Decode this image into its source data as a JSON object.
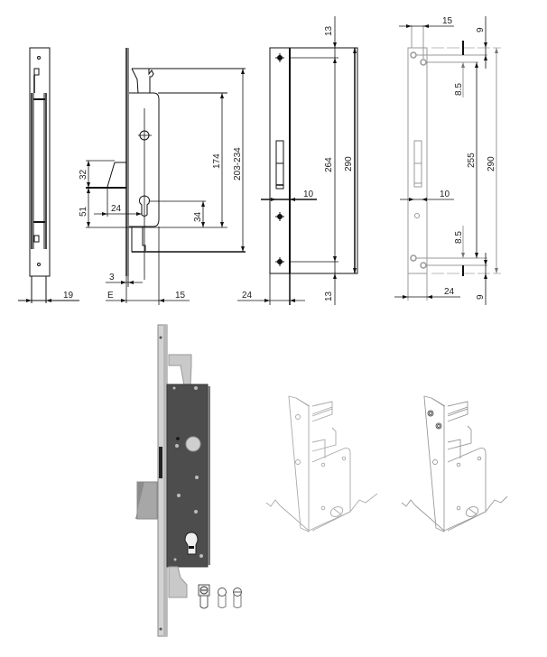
{
  "diagram": {
    "views": [
      {
        "id": "side-view",
        "dimensions": {
          "width": "19"
        }
      },
      {
        "id": "section-view",
        "dimensions": {
          "latch_height": "32",
          "latch_to_cylinder": "51",
          "backset": "24",
          "cylinder_offset": "34",
          "hole_spacing": "174",
          "overall_range": "203-234",
          "faceplate_thickness": "3",
          "e_label": "E",
          "case_depth": "15"
        }
      },
      {
        "id": "front-view",
        "dimensions": {
          "top_margin": "13",
          "bottom_margin": "13",
          "hole_spacing": "264",
          "faceplate_length": "290",
          "latch_width": "10",
          "faceplate_width": "24"
        }
      },
      {
        "id": "strike-view",
        "dimensions": {
          "offset_width": "15",
          "top_margin": "9",
          "bottom_margin": "9",
          "top_hole_gap": "8.5",
          "bottom_hole_gap": "8.5",
          "hole_spacing": "255",
          "length": "290",
          "latch_width": "10",
          "width": "24"
        }
      }
    ],
    "illustrations": [
      {
        "id": "product-photo",
        "label": "mortise-lock-photo"
      },
      {
        "id": "perspective-left",
        "label": "installation-perspective-1"
      },
      {
        "id": "perspective-right",
        "label": "installation-perspective-2"
      }
    ],
    "colors": {
      "line": "#111111",
      "body_dark": "#4a4a4a",
      "metal": "#c8c8c8",
      "faint": "#bbbbbb"
    }
  }
}
